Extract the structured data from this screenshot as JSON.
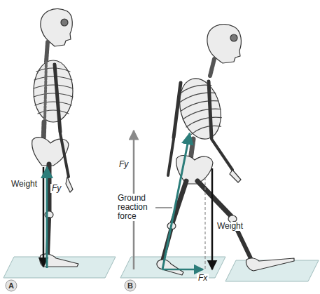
{
  "diagram": {
    "labels": [
      "Weight",
      "Fy",
      "A",
      "Fy",
      "Ground reaction force",
      "Weight",
      "Fx",
      "B"
    ]
  }
}
